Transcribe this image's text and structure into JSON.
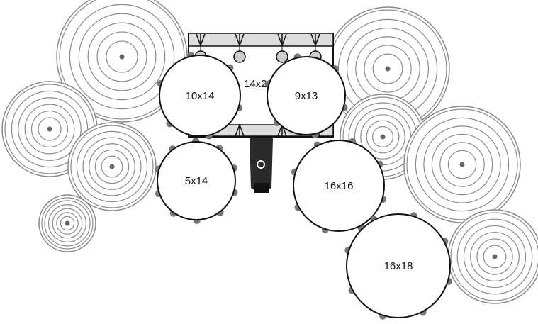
{
  "bass_drum": {
    "label": "14x22"
  },
  "drums": [
    {
      "id": "tom-10x14",
      "label": "10x14"
    },
    {
      "id": "tom-9x13",
      "label": "9x13"
    },
    {
      "id": "snare-5x14",
      "label": "5x14"
    },
    {
      "id": "floor-tom-16x16",
      "label": "16x16"
    },
    {
      "id": "floor-tom-16x18",
      "label": "16x18"
    }
  ],
  "colors": {
    "cymbal": "#8a8a8a",
    "lug": "#777777",
    "outline": "#111111",
    "pedal": "#2a2a2a"
  }
}
